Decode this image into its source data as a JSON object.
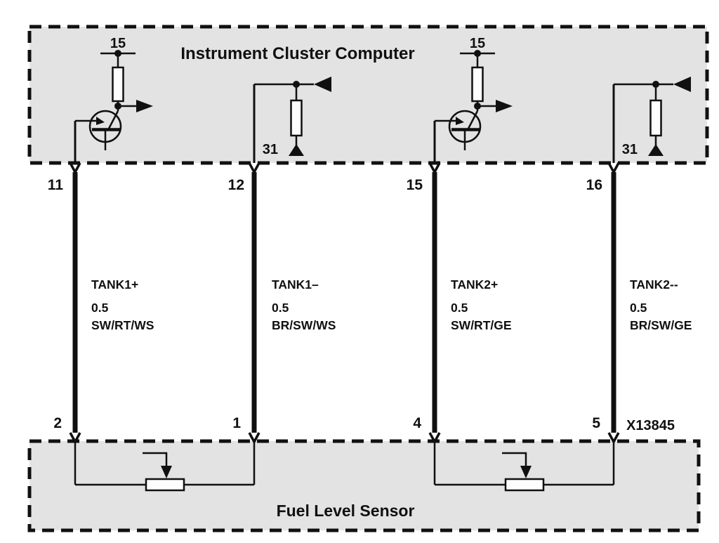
{
  "diagram": {
    "top_module": {
      "title": "Instrument Cluster Computer"
    },
    "bottom_module": {
      "title": "Fuel Level Sensor"
    },
    "connector_label": "X13845",
    "terminals": {
      "power": "15",
      "ground": "31"
    },
    "pins": {
      "top": [
        "11",
        "12",
        "15",
        "16"
      ],
      "bottom": [
        "2",
        "1",
        "4",
        "5"
      ]
    },
    "wires": [
      {
        "name": "TANK1+",
        "gauge": "0.5",
        "color_code": "SW/RT/WS"
      },
      {
        "name": "TANK1–",
        "gauge": "0.5",
        "color_code": "BR/SW/WS"
      },
      {
        "name": "TANK2+",
        "gauge": "0.5",
        "color_code": "SW/RT/GE"
      },
      {
        "name": "TANK2--",
        "gauge": "0.5",
        "color_code": "BR/SW/GE"
      }
    ],
    "colors": {
      "module_fill": "#e3e3e3",
      "line": "#101010",
      "background": "#ffffff"
    }
  }
}
